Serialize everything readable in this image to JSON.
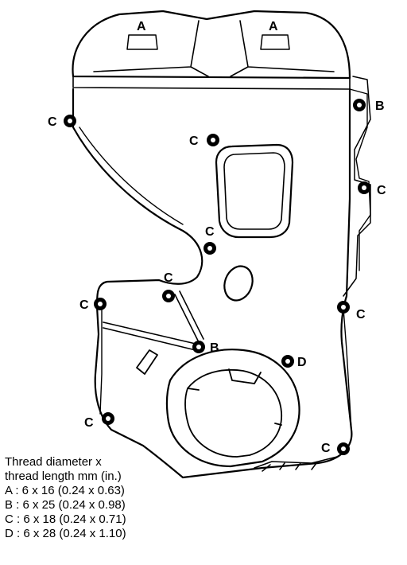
{
  "callouts": {
    "a1": "A",
    "a2": "A",
    "b_top": "B",
    "b_mid": "B",
    "c_left_top": "C",
    "c_center_top": "C",
    "c_right_upper": "C",
    "c_mid": "C",
    "c_mid2": "C",
    "c_left_mid": "C",
    "c_right_lower": "C",
    "c_left_low": "C",
    "c_bottom_right": "C",
    "d": "D"
  },
  "legend": {
    "heading_line1": "Thread diameter x",
    "heading_line2": "thread length mm (in.)",
    "items": [
      "A : 6 x 16 (0.24 x 0.63)",
      "B : 6 x 25 (0.24 x 0.98)",
      "C : 6 x 18 (0.24 x 0.71)",
      "D : 6 x 28 (0.24 x 1.10)"
    ]
  }
}
